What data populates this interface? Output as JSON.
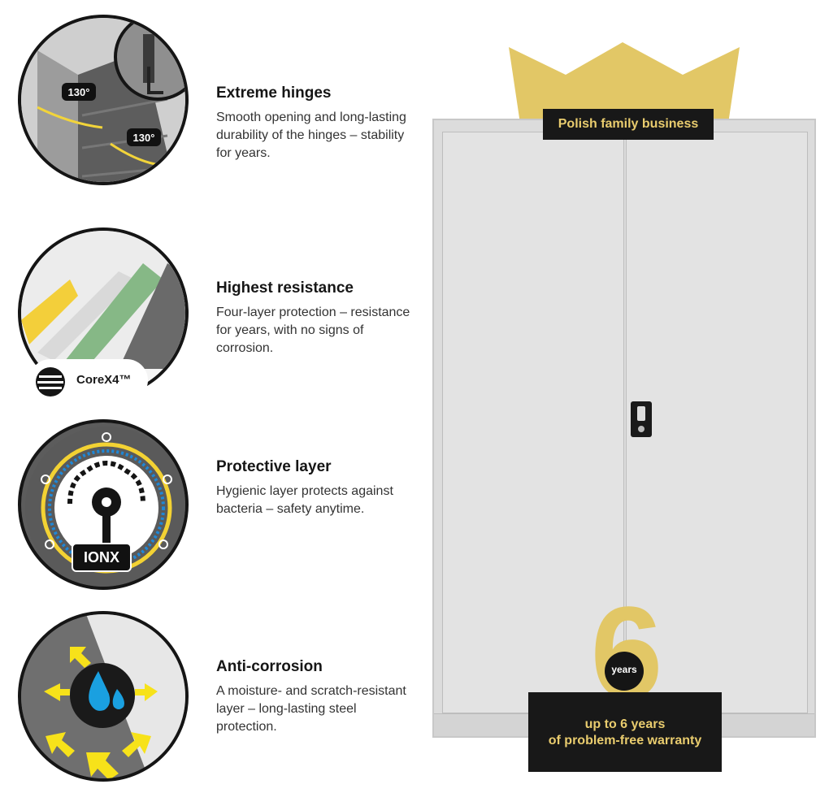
{
  "features": [
    {
      "title": "Extreme hinges",
      "description": "Smooth opening and long-lasting durability of the hinges – stability for years.",
      "angle_label_1": "130°",
      "angle_label_2": "130°"
    },
    {
      "title": "Highest resistance",
      "description": "Four-layer protection – resistance for years, with no signs of corrosion.",
      "brand_label": "CoreX4™"
    },
    {
      "title": "Protective layer",
      "description": "Hygienic layer protects against bacteria – safety anytime.",
      "brand_label": "IONX"
    },
    {
      "title": "Anti-corrosion",
      "description": "A moisture- and scratch-resistant layer – long-lasting steel protection."
    }
  ],
  "product": {
    "family_badge": "Polish family business",
    "warranty_number": "6",
    "warranty_unit": "years",
    "warranty_line1": "up to 6 years",
    "warranty_line2": "of problem-free warranty"
  },
  "colors": {
    "gold": "#e2c766",
    "black": "#151515",
    "cabinet": "#dcdcdc",
    "water": "#1aa0e0",
    "arrow_yellow": "#f7e21a"
  },
  "icons": [
    "hinge-icon",
    "layers-icon",
    "bacteria-shield-icon",
    "water-drop-icon",
    "crown-icon",
    "lock-icon"
  ]
}
